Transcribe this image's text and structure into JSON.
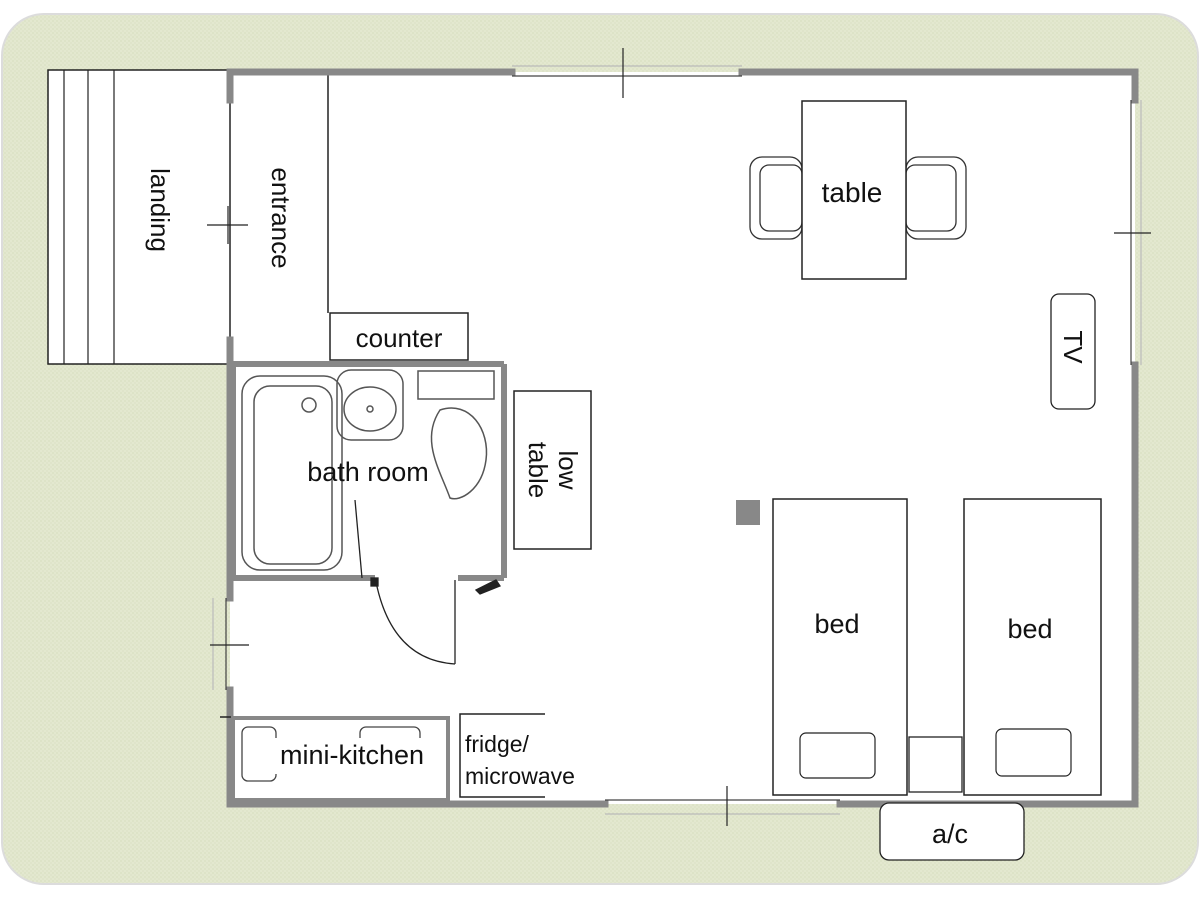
{
  "rooms": {
    "landing": "landing",
    "entrance": "entrance",
    "counter": "counter",
    "bathroom": "bath room",
    "low_table_line1": "low",
    "low_table_line2": "table",
    "table": "table",
    "tv": "TV",
    "bed_left": "bed",
    "bed_right": "bed",
    "mini_kitchen": "mini-kitchen",
    "fridge_line1": "fridge/",
    "fridge_line2": "microwave",
    "ac": "a/c"
  },
  "colors": {
    "site_background": "#e3e8cf",
    "floor": "#ffffff",
    "wall": "#888888",
    "line": "#222222",
    "pillar": "#888888"
  }
}
